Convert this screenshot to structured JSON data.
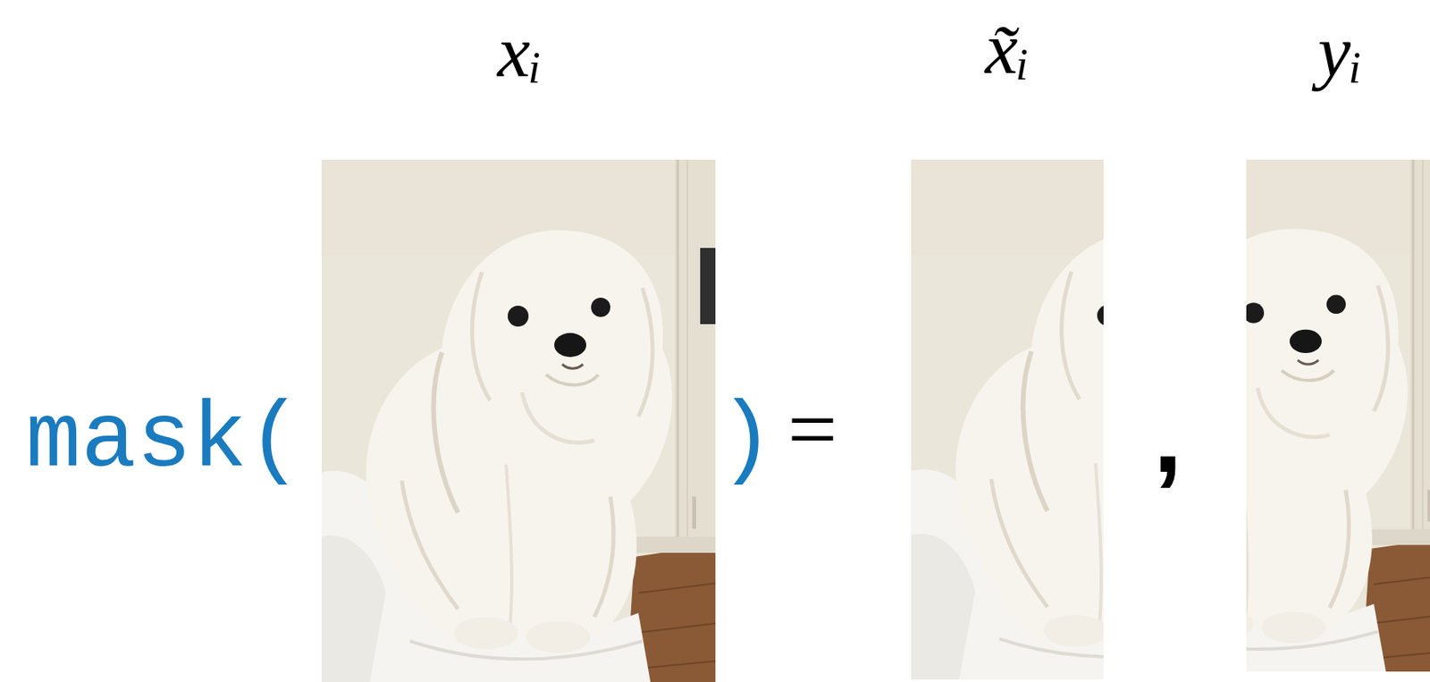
{
  "diagram": {
    "labels": [
      "xᵢ",
      "x̃ᵢ",
      "yᵢ",
      "mask(",
      ")",
      "=",
      ","
    ]
  }
}
